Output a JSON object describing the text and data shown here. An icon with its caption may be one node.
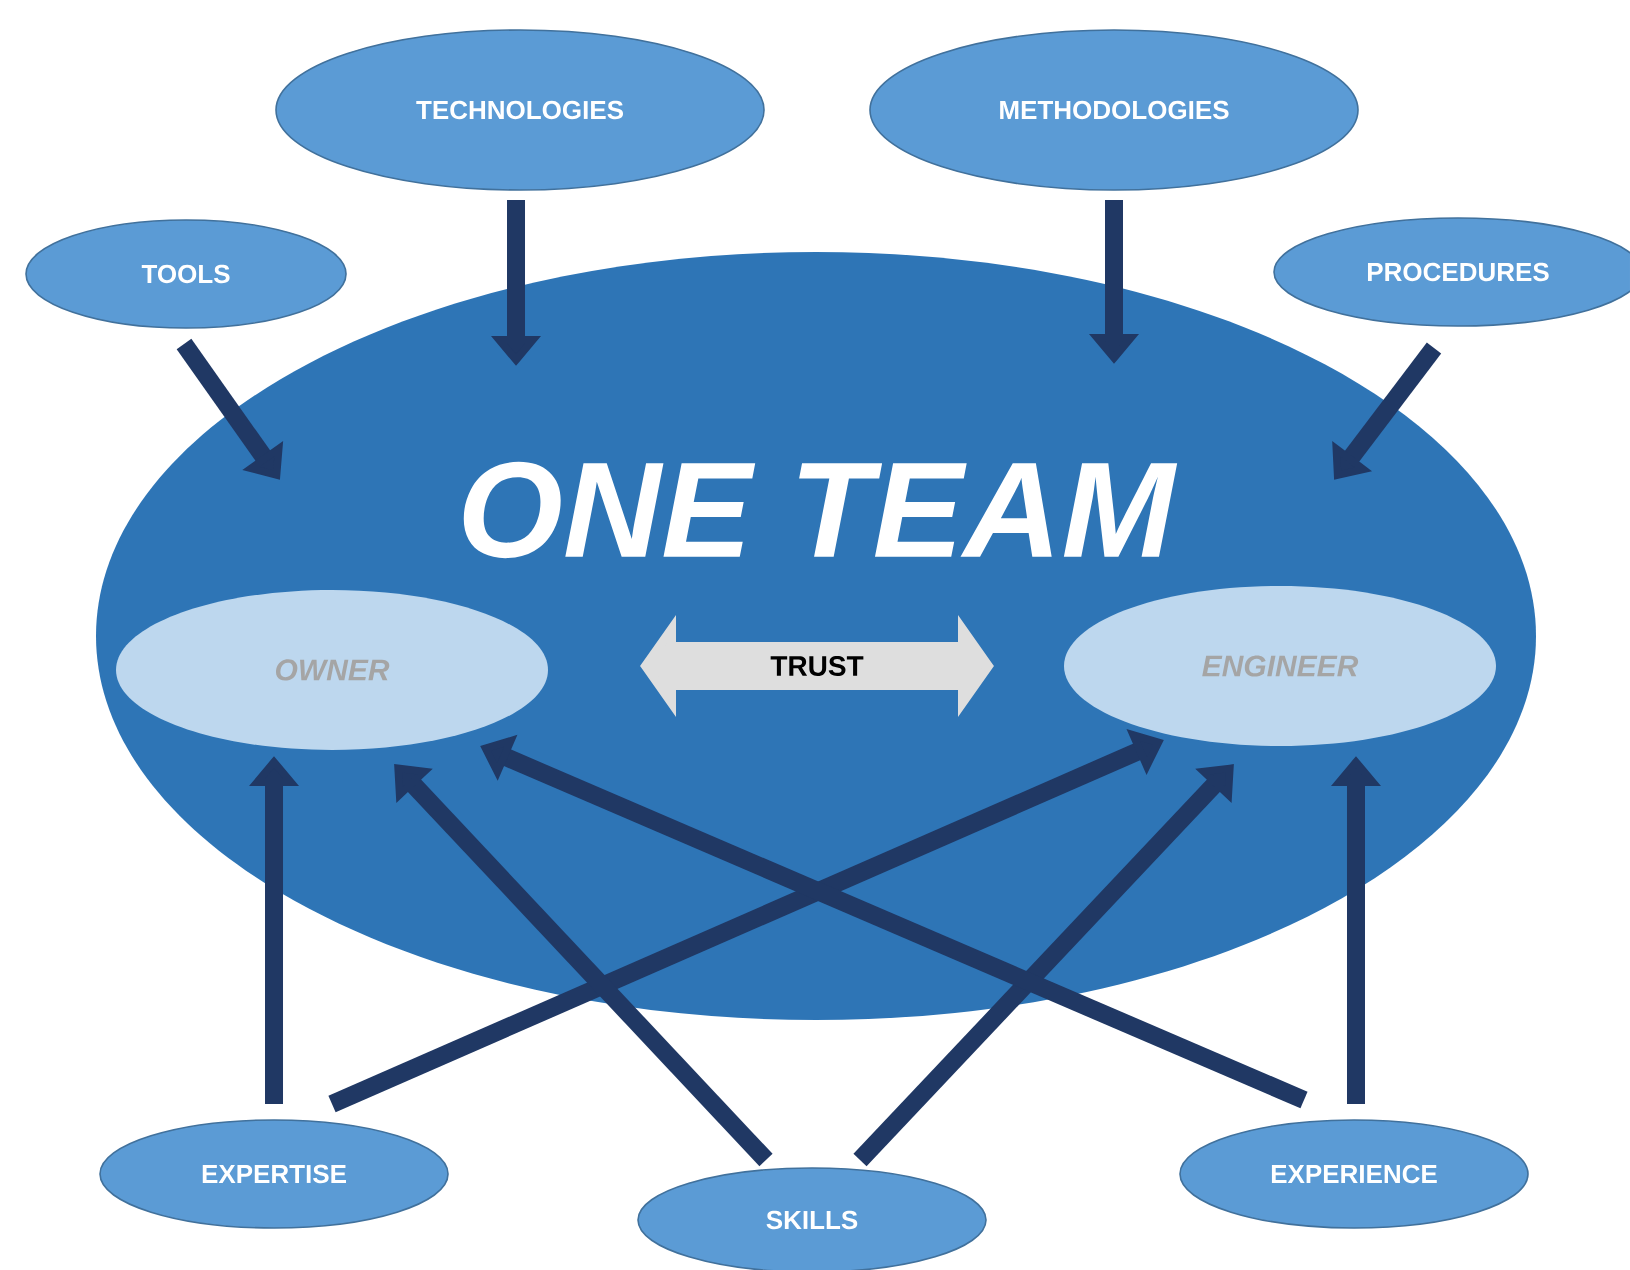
{
  "diagram": {
    "nodes": [
      {
        "text": [
          "ONE TEAM"
        ]
      },
      {
        "text": [
          "TECHNOLOGIES"
        ]
      },
      {
        "text": [
          "METHODOLOGIES"
        ]
      },
      {
        "text": [
          "TOOLS"
        ]
      },
      {
        "text": [
          "PROCEDURES"
        ]
      },
      {
        "text": [
          "OWNER"
        ],
        "in": 0
      },
      {
        "text": [
          "ENGINEER"
        ],
        "in": 0
      },
      {
        "text": [
          "EXPERTISE"
        ]
      },
      {
        "text": [
          "SKILLS"
        ]
      },
      {
        "text": [
          "EXPERIENCE"
        ]
      }
    ],
    "edges": [
      {
        "from": 3,
        "to": 0,
        "arrow": "to"
      },
      {
        "from": 1,
        "to": 0,
        "arrow": "to"
      },
      {
        "from": 2,
        "to": 0,
        "arrow": "to"
      },
      {
        "from": 4,
        "to": 0,
        "arrow": "to"
      },
      {
        "from": 5,
        "to": 6,
        "arrow": "both",
        "label": "TRUST",
        "style": "thick",
        "color": "#dedede"
      },
      {
        "from": 7,
        "to": 5,
        "arrow": "to"
      },
      {
        "from": 7,
        "to": 6,
        "arrow": "to"
      },
      {
        "from": 8,
        "to": 5,
        "arrow": "to"
      },
      {
        "from": 8,
        "to": 6,
        "arrow": "to"
      },
      {
        "from": 9,
        "to": 5,
        "arrow": "to"
      },
      {
        "from": 9,
        "to": 6,
        "arrow": "to"
      }
    ]
  }
}
